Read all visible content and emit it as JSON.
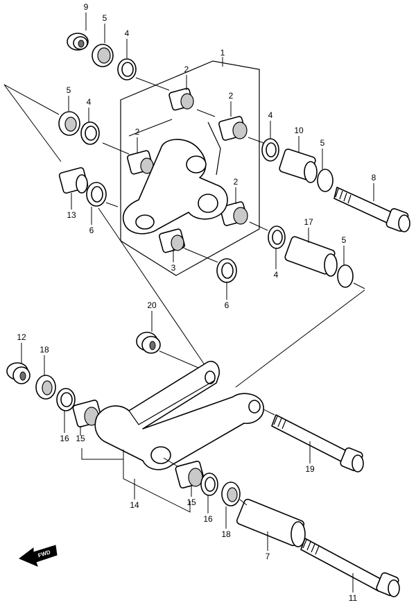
{
  "diagram": {
    "callouts": [
      "9",
      "5",
      "4",
      "1",
      "2",
      "5",
      "4",
      "2",
      "2",
      "4",
      "10",
      "5",
      "8",
      "2",
      "13",
      "6",
      "17",
      "5",
      "3",
      "4",
      "6",
      "20",
      "12",
      "18",
      "16",
      "15",
      "14",
      "19",
      "15",
      "16",
      "18",
      "7",
      "11"
    ],
    "fwd_label": "FWD"
  }
}
